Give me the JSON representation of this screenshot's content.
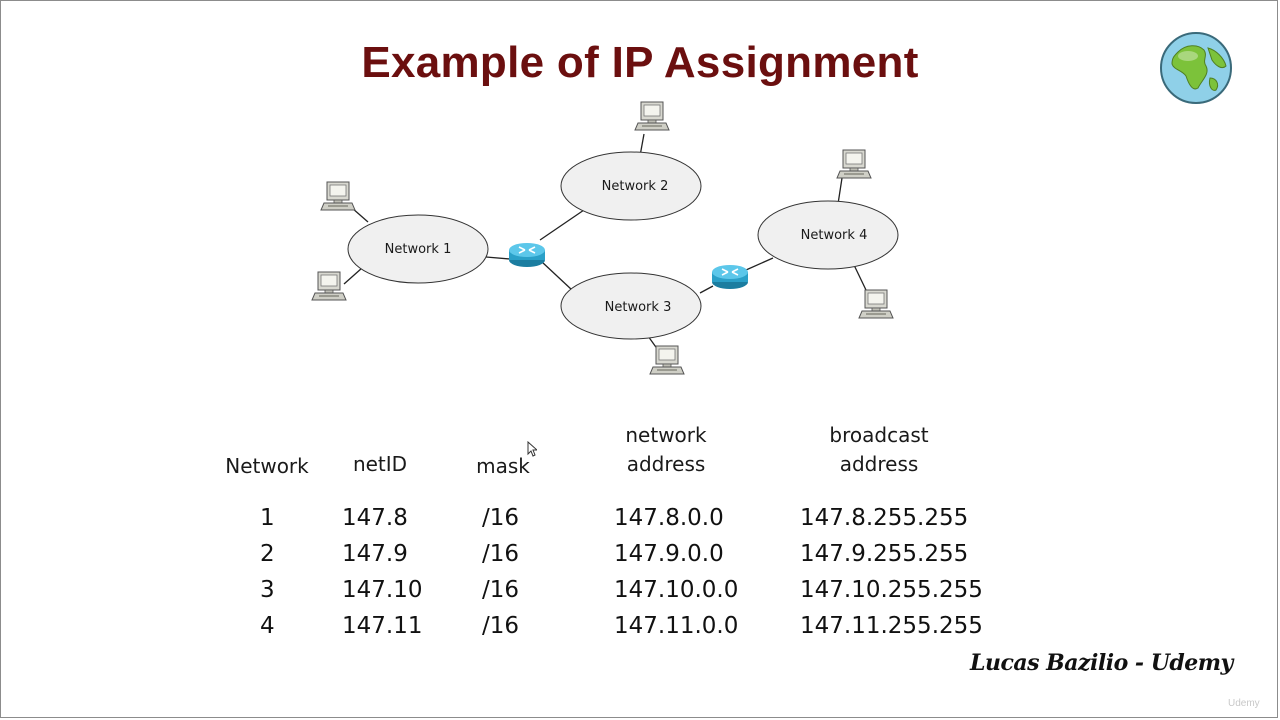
{
  "slide": {
    "title": "Example of IP Assignment",
    "signature": "Lucas Bazilio - Udemy",
    "watermark": "Udemy"
  },
  "diagram": {
    "networks": [
      "Network 1",
      "Network 2",
      "Network 3",
      "Network 4"
    ],
    "icons": {
      "router": "router-icon",
      "host": "desktop-computer-icon",
      "logo": "globe-icon"
    },
    "colors": {
      "router": "#2aa0c8",
      "ellipse_fill": "#f0f0f0",
      "title": "#6b0f0f"
    }
  },
  "table": {
    "headers": {
      "network": "Network",
      "netid": "netID",
      "mask": "mask",
      "network_address_l1": "network",
      "network_address_l2": "address",
      "broadcast_address_l1": "broadcast",
      "broadcast_address_l2": "address"
    },
    "rows": [
      {
        "network": "1",
        "netid": "147.8",
        "mask": "/16",
        "network_address": "147.8.0.0",
        "broadcast_address": "147.8.255.255"
      },
      {
        "network": "2",
        "netid": "147.9",
        "mask": "/16",
        "network_address": "147.9.0.0",
        "broadcast_address": "147.9.255.255"
      },
      {
        "network": "3",
        "netid": "147.10",
        "mask": "/16",
        "network_address": "147.10.0.0",
        "broadcast_address": "147.10.255.255"
      },
      {
        "network": "4",
        "netid": "147.11",
        "mask": "/16",
        "network_address": "147.11.0.0",
        "broadcast_address": "147.11.255.255"
      }
    ]
  }
}
